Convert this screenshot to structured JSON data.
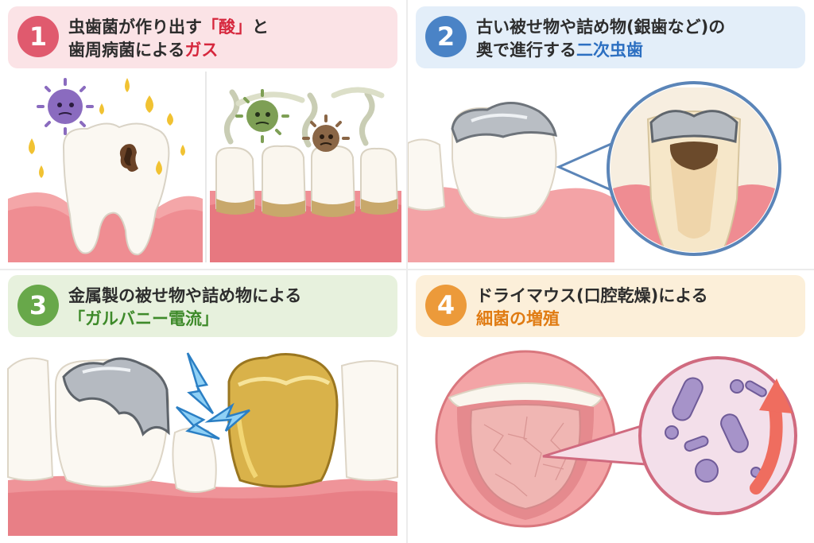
{
  "panels": [
    {
      "number": "1",
      "title_line1_a": "虫歯菌が作り出す",
      "title_line1_hl": "「酸」",
      "title_line1_b": "と",
      "title_line2_a": "歯周病菌による",
      "title_line2_hl": "ガス"
    },
    {
      "number": "2",
      "title_line1_a": "古い被せ物や詰め物(銀歯など)の",
      "title_line2_a": "奥で進行する",
      "title_line2_hl": "二次虫歯"
    },
    {
      "number": "3",
      "title_line1_a": "金属製の被せ物や詰め物による",
      "title_line2_hl": "「ガルバニー電流」"
    },
    {
      "number": "4",
      "title_line1_a": "ドライマウス(口腔乾燥)による",
      "title_line2_hl": "細菌の増殖"
    }
  ],
  "colors": {
    "panel1": "#e05a6e",
    "panel2": "#4a83c6",
    "panel3": "#68a84a",
    "panel4": "#ec9a3a",
    "highlight_red": "#d6273d",
    "highlight_blue": "#2c6fc1",
    "highlight_green": "#3e8a2a",
    "highlight_orange": "#e07b12"
  },
  "icons": [
    "bacteria-icon",
    "acid-drop-icon",
    "gas-cloud-icon",
    "silver-crown-icon",
    "gold-crown-icon",
    "lightning-icon",
    "magnifier-circle-icon",
    "up-arrow-icon"
  ]
}
